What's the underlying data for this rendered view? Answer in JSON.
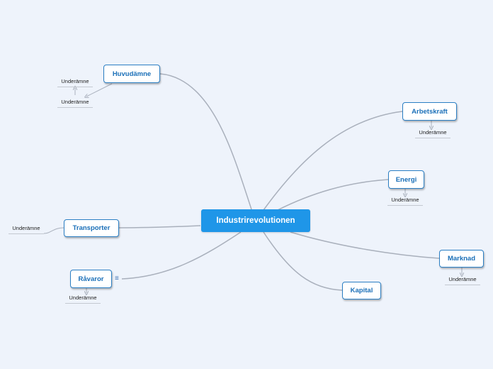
{
  "central": "Industrirevolutionen",
  "topics": {
    "huvudamne": "Huvudämne",
    "arbetskraft": "Arbetskraft",
    "energi": "Energi",
    "transporter": "Transporter",
    "marknad": "Marknad",
    "ravaror": "Råvaror",
    "kapital": "Kapital"
  },
  "subtopics": {
    "huvudamne_1": "Underämne",
    "huvudamne_2": "Underämne",
    "arbetskraft_1": "Underämne",
    "energi_1": "Underämne",
    "transporter_1": "Underämne",
    "marknad_1": "Underämne",
    "ravaror_1": "Underämne"
  },
  "icons": {
    "ravaror_note": "notes-icon"
  },
  "colors": {
    "background": "#eef3fb",
    "central_fill": "#1f96e8",
    "topic_border": "#2b7fc4",
    "topic_text": "#1a6fb8",
    "connector": "#a9b0bc"
  }
}
